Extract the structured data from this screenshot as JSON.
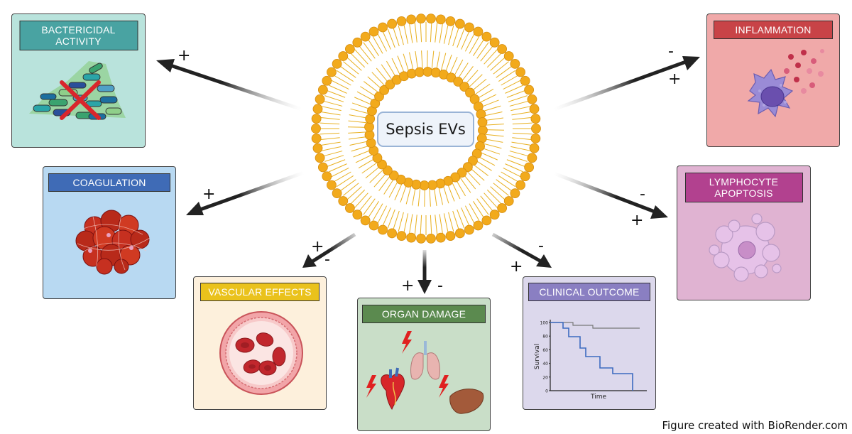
{
  "center": {
    "label": "Sepsis EVs"
  },
  "panels": {
    "bactericidal": {
      "title": "BACTERICIDAL\nACTIVITY",
      "sign": "+"
    },
    "coagulation": {
      "title": "COAGULATION",
      "sign": "+"
    },
    "vascular": {
      "title": "VASCULAR EFFECTS",
      "sign_top": "+",
      "sign_bottom": "-"
    },
    "organ": {
      "title": "ORGAN DAMAGE",
      "sign_left": "+",
      "sign_right": "-"
    },
    "clinical": {
      "title": "CLINICAL OUTCOME",
      "sign_top": "-",
      "sign_bottom": "+"
    },
    "lymphocyte": {
      "title": "LYMPHOCYTE\nAPOPTOSIS",
      "sign_top": "-",
      "sign_bottom": "+"
    },
    "inflammation": {
      "title": "INFLAMMATION",
      "sign_top": "-",
      "sign_bottom": "+"
    }
  },
  "survival_plot": {
    "ylabel": "Survival",
    "xlabel": "Time",
    "y_ticks": [
      "0",
      "20",
      "40",
      "60",
      "80",
      "100"
    ]
  },
  "colors": {
    "bactericidal_bg": "#b9e3dc",
    "bactericidal_title": "#49a3a2",
    "coagulation_bg": "#b8d9f2",
    "coagulation_title": "#3f6bb6",
    "vascular_bg": "#fdf0dc",
    "vascular_title": "#eac21c",
    "organ_bg": "#c9dec8",
    "organ_title": "#5b8a4f",
    "clinical_bg": "#dcd8ec",
    "clinical_title": "#8a7fc2",
    "lymphocyte_bg": "#e0b3d2",
    "lymphocyte_title": "#b2418f",
    "inflammation_bg": "#f0a9a9",
    "inflammation_title": "#c84347"
  },
  "credit": "Figure created with BioRender.com"
}
